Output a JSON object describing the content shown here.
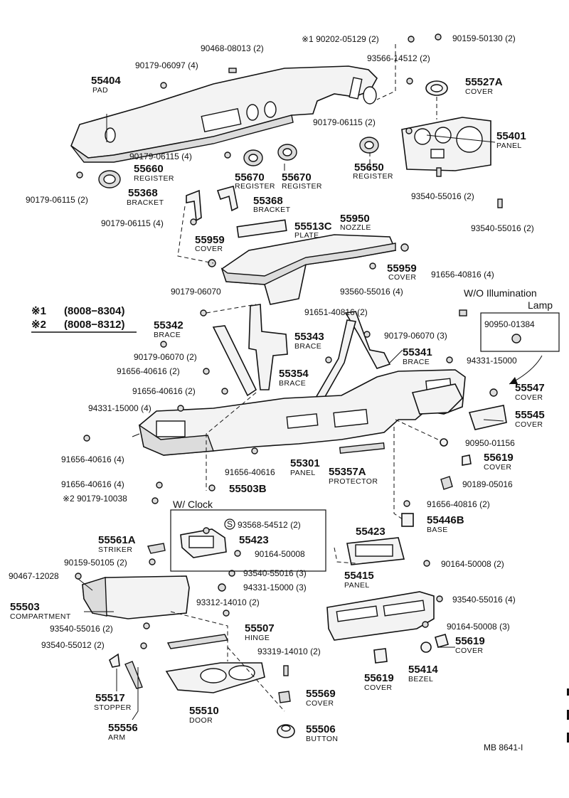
{
  "labels": {
    "p90202_05129": "※1 90202-05129 (2)",
    "p90159_50130": "90159-50130 (2)",
    "p90468_08013": "90468-08013 (2)",
    "p90179_06097": "90179-06097 (4)",
    "p93566_14512": "93566-14512 (2)",
    "p90179_06115_2a": "90179-06115 (2)",
    "p90179_06115_4a": "90179-06115 (4)",
    "p90179_06115_2b": "90179-06115 (2)",
    "p90179_06115_4b": "90179-06115 (4)",
    "p93540_55016_2a": "93540-55016 (2)",
    "p93540_55016_2b": "93540-55016 (2)",
    "p90179_06070_a": "90179-06070",
    "p93560_55016": "93560-55016 (4)",
    "p91656_40816_4": "91656-40816 (4)",
    "p91651_40816": "91651-40816 (2)",
    "p90179_06070_3": "90179-06070 (3)",
    "p90950_01384": "90950-01384",
    "p90179_06070_2": "90179-06070 (2)",
    "p91656_40616_2a": "91656-40616 (2)",
    "p91656_40616_2b": "91656-40616 (2)",
    "p94331_15000": "94331-15000",
    "p94331_15000_4": "94331-15000 (4)",
    "p91656_40616_4a": "91656-40616 (4)",
    "p91656_40616": "91656-40616",
    "p90950_01156": "90950-01156",
    "p90189_05016": "90189-05016",
    "p91656_40616_4b": "91656-40616 (4)",
    "p90179_10038": "※2 90179-10038",
    "p91656_40816_2": "91656-40816 (2)",
    "p93568_54512": "93568-54512 (2)",
    "p90164_50008_a": "90164-50008",
    "p90164_50008_2": "90164-50008 (2)",
    "p90159_50105": "90159-50105 (2)",
    "p90467_12028": "90467-12028",
    "p93540_55016_3": "93540-55016 (3)",
    "p94331_15000_3": "94331-15000 (3)",
    "p93312_14010": "93312-14010 (2)",
    "p93540_55016_4": "93540-55016 (4)",
    "p90164_50008_3": "90164-50008 (3)",
    "p93540_55016_2c": "93540-55016 (2)",
    "p93540_55012": "93540-55012 (2)",
    "p93319_14010": "93319-14010 (2)"
  },
  "parts": [
    {
      "code": "55404",
      "name": "PAD"
    },
    {
      "code": "55527A",
      "name": "COVER"
    },
    {
      "code": "55401",
      "name": "PANEL"
    },
    {
      "code": "55660",
      "name": "REGISTER"
    },
    {
      "code": "55670",
      "name": "REGISTER"
    },
    {
      "code": "55670",
      "name": "REGISTER"
    },
    {
      "code": "55650",
      "name": "REGISTER"
    },
    {
      "code": "55368",
      "name": "BRACKET"
    },
    {
      "code": "55368",
      "name": "BRACKET"
    },
    {
      "code": "55513C",
      "name": "PLATE"
    },
    {
      "code": "55950",
      "name": "NOZZLE"
    },
    {
      "code": "55959",
      "name": "COVER"
    },
    {
      "code": "55959",
      "name": "COVER"
    },
    {
      "code": "55342",
      "name": "BRACE"
    },
    {
      "code": "55343",
      "name": "BRACE"
    },
    {
      "code": "55341",
      "name": "BRACE"
    },
    {
      "code": "55354",
      "name": "BRACE"
    },
    {
      "code": "55547",
      "name": "COVER"
    },
    {
      "code": "55545",
      "name": "COVER"
    },
    {
      "code": "55301",
      "name": "PANEL"
    },
    {
      "code": "55357A",
      "name": "PROTECTOR"
    },
    {
      "code": "55619",
      "name": "COVER"
    },
    {
      "code": "55503B",
      "name": ""
    },
    {
      "code": "55446B",
      "name": "BASE"
    },
    {
      "code": "55423",
      "name": ""
    },
    {
      "code": "55423",
      "name": ""
    },
    {
      "code": "55561A",
      "name": "STRIKER"
    },
    {
      "code": "55415",
      "name": "PANEL"
    },
    {
      "code": "55503",
      "name": "COMPARTMENT"
    },
    {
      "code": "55507",
      "name": "HINGE"
    },
    {
      "code": "55619",
      "name": "COVER"
    },
    {
      "code": "55619",
      "name": "COVER"
    },
    {
      "code": "55414",
      "name": "BEZEL"
    },
    {
      "code": "55569",
      "name": "COVER"
    },
    {
      "code": "55517",
      "name": "STOPPER"
    },
    {
      "code": "55510",
      "name": "DOOR"
    },
    {
      "code": "55556",
      "name": "ARM"
    },
    {
      "code": "55506",
      "name": "BUTTON"
    }
  ],
  "legend": [
    {
      "mark": "※1",
      "range": "(8008−8304)"
    },
    {
      "mark": "※2",
      "range": "(8008−8312)"
    }
  ],
  "headers": {
    "wo_illum_line1": "W/O Illumination",
    "wo_illum_line2": "Lamp",
    "w_clock": "W/ Clock",
    "s_mark": "S"
  },
  "footer": {
    "code": "MB  8641-I"
  }
}
